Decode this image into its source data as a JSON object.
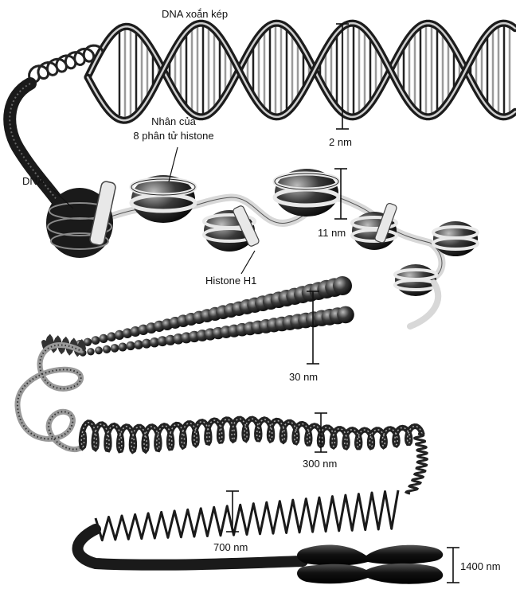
{
  "labels": {
    "dna_double_helix": "DNA xoắn kép",
    "core_line1": "Nhân của",
    "core_line2": "8 phân tử histone",
    "dna": "DNA",
    "histone_h1": "Histone H1",
    "size_2nm": "2 nm",
    "size_11nm": "11 nm",
    "size_30nm": "30 nm",
    "size_300nm": "300 nm",
    "size_700nm": "700 nm",
    "size_1400nm": "1400 nm"
  },
  "colors": {
    "ink": "#111111",
    "dark": "#2a2a2a",
    "mid": "#777777",
    "light": "#d9d9d9"
  }
}
